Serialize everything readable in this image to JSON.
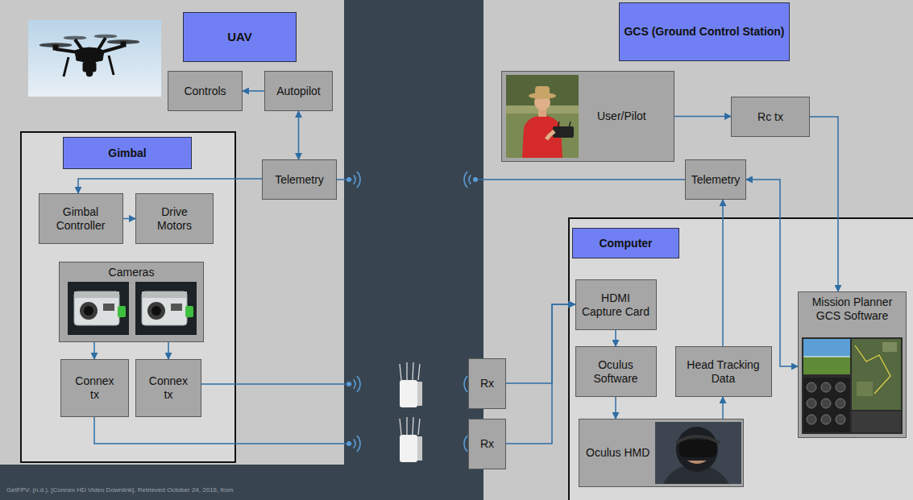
{
  "diagram": {
    "nodes": [
      {
        "text": [
          "UAV"
        ]
      },
      {
        "text": [
          "Controls"
        ],
        "in": 0
      },
      {
        "text": [
          "Autopilot"
        ],
        "in": 0
      },
      {
        "text": [
          "Telemetry"
        ],
        "in": 0
      },
      {
        "text": [
          "Gimbal"
        ],
        "in": 0
      },
      {
        "text": [
          "Gimbal Controller"
        ],
        "in": 4
      },
      {
        "text": [
          "Drive Motors"
        ],
        "in": 4
      },
      {
        "text": [
          "Cameras"
        ],
        "in": 4
      },
      {
        "text": [
          "Connex tx"
        ],
        "in": 4
      },
      {
        "text": [
          "Connex tx"
        ],
        "in": 4
      },
      {
        "text": [
          "GCS (Ground Control Station)"
        ]
      },
      {
        "text": [
          "User/Pilot"
        ],
        "in": 10
      },
      {
        "text": [
          "Rc tx"
        ],
        "in": 10
      },
      {
        "text": [
          "Telemetry"
        ],
        "in": 10
      },
      {
        "text": [
          "Rx"
        ],
        "in": 10
      },
      {
        "text": [
          "Rx"
        ],
        "in": 10
      },
      {
        "text": [
          "Computer"
        ],
        "in": 10
      },
      {
        "text": [
          "HDMI Capture Card"
        ],
        "in": 16
      },
      {
        "text": [
          "Oculus Software"
        ],
        "in": 16
      },
      {
        "text": [
          "Head Tracking Data"
        ],
        "in": 16
      },
      {
        "text": [
          "Oculus HMD"
        ],
        "in": 16
      },
      {
        "text": [
          "Mission Planner GCS Software"
        ],
        "in": 16
      }
    ],
    "edges": [
      {
        "from": 2,
        "to": 1,
        "arrow": "to"
      },
      {
        "from": 2,
        "to": 3,
        "arrow": "both"
      },
      {
        "from": 3,
        "to": 5,
        "arrow": "to"
      },
      {
        "from": 5,
        "to": 6,
        "arrow": "to"
      },
      {
        "from": 7,
        "to": 8,
        "arrow": "to"
      },
      {
        "from": 7,
        "to": 9,
        "arrow": "to"
      },
      {
        "from": 3,
        "to": 13,
        "arrow": "none"
      },
      {
        "from": 9,
        "to": 14,
        "arrow": "none"
      },
      {
        "from": 8,
        "to": 15,
        "arrow": "none"
      },
      {
        "from": 11,
        "to": 12,
        "arrow": "to"
      },
      {
        "from": 12,
        "to": 21,
        "arrow": "to"
      },
      {
        "from": 13,
        "to": 21,
        "arrow": "both"
      },
      {
        "from": 19,
        "to": 13,
        "arrow": "to"
      },
      {
        "from": 14,
        "to": 17,
        "arrow": "to"
      },
      {
        "from": 15,
        "to": 17,
        "arrow": "to"
      },
      {
        "from": 17,
        "to": 18,
        "arrow": "to"
      },
      {
        "from": 18,
        "to": 20,
        "arrow": "to"
      },
      {
        "from": 20,
        "to": 19,
        "arrow": "to"
      }
    ],
    "labels": [
      "GetFPV. (n.d.). [Connex HD Video Downlink]. Retrieved October 24, 2016, from"
    ]
  }
}
